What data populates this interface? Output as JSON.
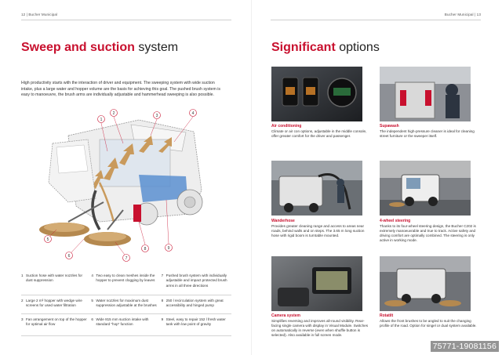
{
  "header": {
    "left_text": "12  |  Bucher Municipal",
    "right_text": "Bucher Municipal  |  13"
  },
  "left": {
    "title_bold": "Sweep and suction",
    "title_rest": " system",
    "intro": "High productivity starts with the interaction of driver and equipment. The sweeping system with wide suction intake, plus a large water and hopper volume are the basis for achieving this goal. The pushed brush system is easy to manoeuvre, the brush arms are individually adjustable and hammerhead sweeping is also possible.",
    "callouts": [
      "1",
      "2",
      "3",
      "4",
      "5",
      "6",
      "7",
      "8",
      "9"
    ],
    "features": [
      {
        "num": "1",
        "text": "Suction hose with water nozzles for dust suppression"
      },
      {
        "num": "4",
        "text": "Two easy to clean meshes inside the hopper to prevent clogging by leaves"
      },
      {
        "num": "7",
        "text": "Pushed brush system with individually adjustable and impact protected brush arms in all three directions"
      },
      {
        "num": "2",
        "text": "Large 2 m³ hopper with wedge wire screens for used water filtration"
      },
      {
        "num": "5",
        "text": "Water nozzles for maximum dust suppression adjustable at the brushes"
      },
      {
        "num": "8",
        "text": "250 l recirculation system with great accessibility and hinged pump"
      },
      {
        "num": "3",
        "text": "Fan arrangement on top of the hopper for optimal air flow"
      },
      {
        "num": "6",
        "text": "Wide 815 mm suction intake with standard “hop” function"
      },
      {
        "num": "9",
        "text": "Steel, easy to repair 152 l fresh water tank with low point of gravity"
      }
    ]
  },
  "right": {
    "title_bold": "Significant",
    "title_rest": " options",
    "options": [
      {
        "title": "Air conditioning",
        "desc": "Climate or air con options, adjustable in the middle console, offer greater comfort for the driver and passenger."
      },
      {
        "title": "Supawash",
        "desc": "The independent high-pressure cleaner is ideal for cleaning street furniture or the sweeper itself."
      },
      {
        "title": "Wanderhose",
        "desc": "Provides greater cleaning range and access to areas near roads, behind walls and on steps. The 3.65 m long suction hose with rigid boom is turntable mounted."
      },
      {
        "title": "4-wheel steering",
        "desc": "Thanks to its four-wheel steering design, the Bucher C202 is extremely manoeuvrable and true to track. Active safety and driving comfort are optimally combined. The steering is only active in working mode."
      },
      {
        "title": "Camera system",
        "desc": "Simplifies reversing and improves all-round visibility. Rear-facing single camera with display in Visual Module. Switches on automatically in reverse (even when shuffle button is selected). Also available in full screen mode."
      },
      {
        "title": "Rotatilt",
        "desc": "Allows the front brushes to be angled to suit the changing profile of the road. Option for singel or dual system available."
      }
    ]
  },
  "watermark": "75771-19081156",
  "colors": {
    "accent": "#c8102e",
    "text": "#333333",
    "rule": "#d4d4d4"
  }
}
